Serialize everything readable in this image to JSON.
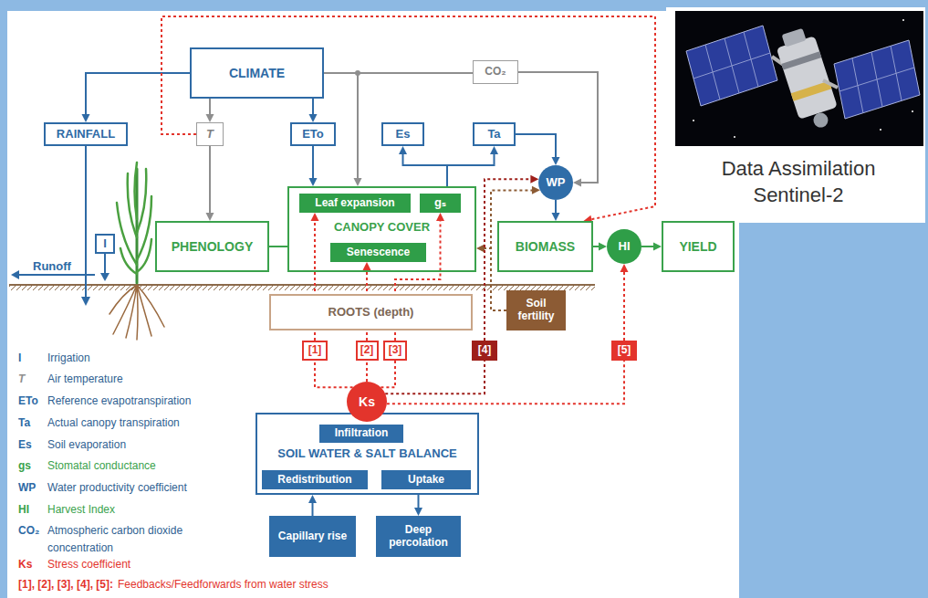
{
  "diagram": {
    "nodes": [
      {
        "text": [
          "CLIMATE"
        ]
      },
      {
        "text": [
          "CO₂"
        ]
      },
      {
        "text": [
          "RAINFALL"
        ]
      },
      {
        "text": [
          "T"
        ]
      },
      {
        "text": [
          "ETo"
        ]
      },
      {
        "text": [
          "Es"
        ]
      },
      {
        "text": [
          "Ta"
        ]
      },
      {
        "text": [
          "WP"
        ]
      },
      {
        "text": [
          "I"
        ]
      },
      {
        "text": [
          "PHENOLOGY"
        ]
      },
      {
        "text": [
          "CANOPY COVER"
        ]
      },
      {
        "text": [
          "Leaf expansion"
        ],
        "in": 10
      },
      {
        "text": [
          "gₛ"
        ],
        "in": 10
      },
      {
        "text": [
          "Senescence"
        ],
        "in": 10
      },
      {
        "text": [
          "BIOMASS"
        ]
      },
      {
        "text": [
          "HI"
        ]
      },
      {
        "text": [
          "YIELD"
        ]
      },
      {
        "text": [
          "ROOTS (depth)"
        ]
      },
      {
        "text": [
          "Soil fertility"
        ]
      },
      {
        "text": [
          "[1]"
        ]
      },
      {
        "text": [
          "[2]"
        ]
      },
      {
        "text": [
          "[3]"
        ]
      },
      {
        "text": [
          "[4]"
        ]
      },
      {
        "text": [
          "[5]"
        ]
      },
      {
        "text": [
          "Ks"
        ]
      },
      {
        "text": [
          "SOIL WATER & SALT BALANCE"
        ]
      },
      {
        "text": [
          "Infiltration"
        ],
        "in": 25
      },
      {
        "text": [
          "Redistribution"
        ],
        "in": 25
      },
      {
        "text": [
          "Uptake"
        ],
        "in": 25
      },
      {
        "text": [
          "Capillary rise"
        ]
      },
      {
        "text": [
          "Deep percolation"
        ]
      },
      {
        "text": [
          "Data Assimilation Sentinel-2"
        ]
      }
    ],
    "edges": [
      {
        "from": 0,
        "to": 2,
        "arrow": "to"
      },
      {
        "from": 0,
        "to": 3,
        "arrow": "to"
      },
      {
        "from": 0,
        "to": 4,
        "arrow": "to"
      },
      {
        "from": 0,
        "to": 1,
        "arrow": "none"
      },
      {
        "from": 0,
        "to": 10,
        "arrow": "to"
      },
      {
        "from": 1,
        "to": 7,
        "arrow": "to"
      },
      {
        "from": 3,
        "to": 9,
        "arrow": "to"
      },
      {
        "from": 4,
        "to": 10,
        "arrow": "to"
      },
      {
        "from": 10,
        "to": 5,
        "arrow": "to"
      },
      {
        "from": 10,
        "to": 6,
        "arrow": "to"
      },
      {
        "from": 6,
        "to": 7,
        "arrow": "to"
      },
      {
        "from": 7,
        "to": 14,
        "arrow": "to"
      },
      {
        "from": 14,
        "to": 15,
        "arrow": "to"
      },
      {
        "from": 15,
        "to": 16,
        "arrow": "to"
      },
      {
        "from": 9,
        "to": 10,
        "arrow": "none"
      },
      {
        "from": 3,
        "to": 14,
        "arrow": "to"
      },
      {
        "from": 18,
        "to": 10,
        "arrow": "to"
      },
      {
        "from": 18,
        "to": 7,
        "arrow": "to"
      },
      {
        "from": 22,
        "to": 7,
        "arrow": "to"
      },
      {
        "from": 19,
        "to": 11,
        "arrow": "to"
      },
      {
        "from": 20,
        "to": 13,
        "arrow": "to"
      },
      {
        "from": 21,
        "to": 12,
        "arrow": "to"
      },
      {
        "from": 23,
        "to": 15,
        "arrow": "to"
      },
      {
        "from": 24,
        "to": 19,
        "arrow": "none"
      },
      {
        "from": 24,
        "to": 20,
        "arrow": "none"
      },
      {
        "from": 24,
        "to": 21,
        "arrow": "none"
      },
      {
        "from": 24,
        "to": 22,
        "arrow": "none"
      },
      {
        "from": 24,
        "to": 23,
        "arrow": "none"
      },
      {
        "from": 29,
        "to": 25,
        "arrow": "to"
      },
      {
        "from": 25,
        "to": 30,
        "arrow": "to"
      }
    ],
    "labels": [
      "Runoff",
      "I",
      "T",
      "ETo",
      "Ta",
      "Es",
      "gs",
      "WP",
      "HI",
      "CO₂",
      "Ks",
      "[1], [2], [3], [4], [5]:"
    ],
    "legend": [
      {
        "text": "Irrigation"
      },
      {
        "text": "Air temperature"
      },
      {
        "text": "Reference evapotranspiration"
      },
      {
        "text": "Actual canopy transpiration"
      },
      {
        "text": "Soil evaporation"
      },
      {
        "text": "Stomatal conductance"
      },
      {
        "text": "Water productivity coefficient"
      },
      {
        "text": "Harvest Index"
      },
      {
        "text": "Atmospheric carbon dioxide concentration"
      },
      {
        "text": "Stress coefficient"
      },
      {
        "text": "Feedbacks/Feedforwards from water stress"
      }
    ]
  }
}
